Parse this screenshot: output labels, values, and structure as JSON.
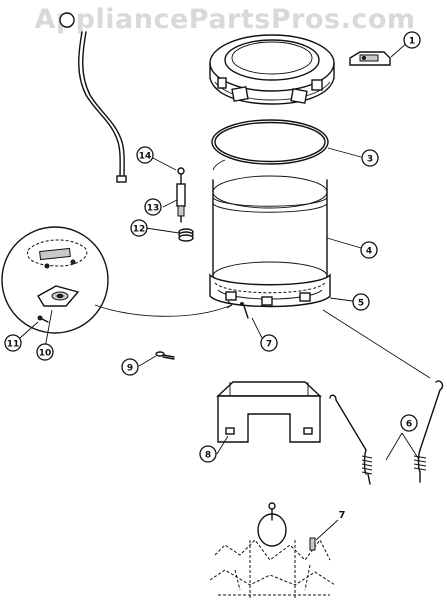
{
  "watermark": "AppliancePartsPros.com",
  "callouts": [
    {
      "id": "callout-1",
      "label": "1"
    },
    {
      "id": "callout-3",
      "label": "3"
    },
    {
      "id": "callout-4",
      "label": "4"
    },
    {
      "id": "callout-5",
      "label": "5"
    },
    {
      "id": "callout-6",
      "label": "6"
    },
    {
      "id": "callout-7a",
      "label": "7"
    },
    {
      "id": "callout-8",
      "label": "8"
    },
    {
      "id": "callout-9",
      "label": "9"
    },
    {
      "id": "callout-10",
      "label": "10"
    },
    {
      "id": "callout-11",
      "label": "11"
    },
    {
      "id": "callout-12",
      "label": "12"
    },
    {
      "id": "callout-13",
      "label": "13"
    },
    {
      "id": "callout-14",
      "label": "14"
    }
  ],
  "plain_labels": [
    {
      "id": "label-7b",
      "label": "7"
    }
  ]
}
